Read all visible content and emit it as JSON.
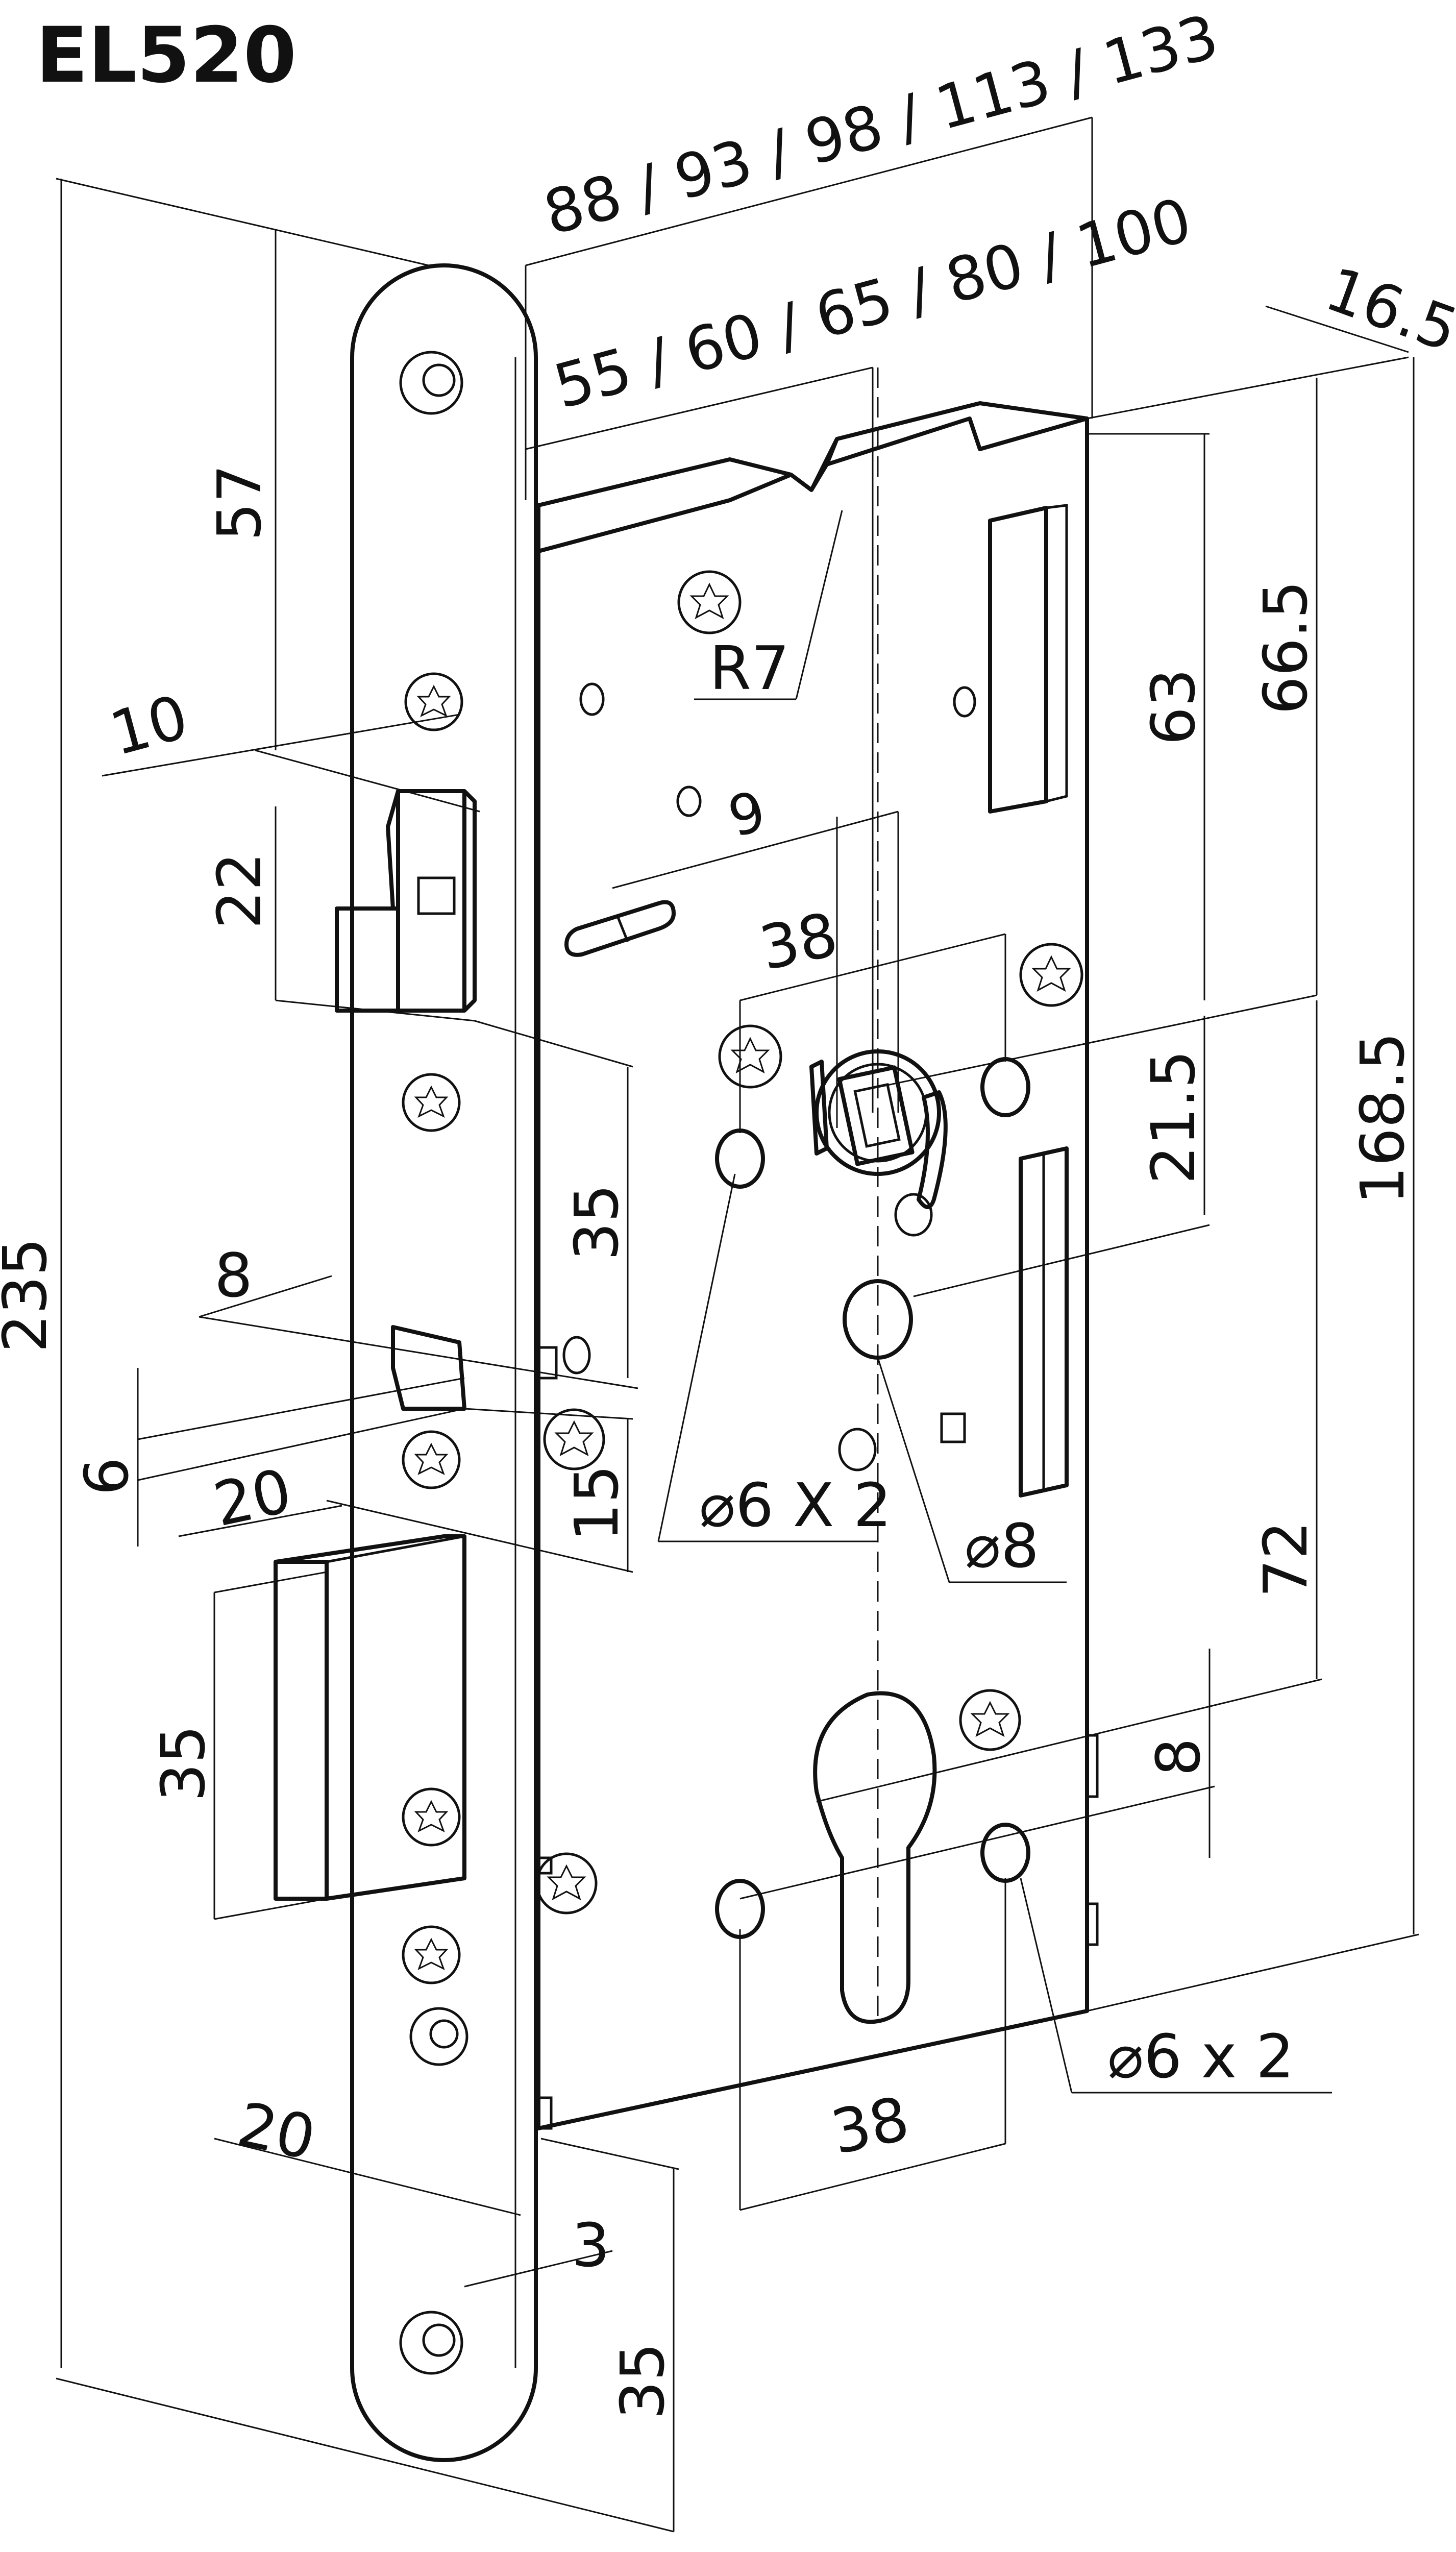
{
  "title": "EL520",
  "dimensions": {
    "backset_overall": "88 / 93 / 98 / 113 / 133",
    "backset": "55 / 60 / 65 / 80 / 100",
    "case_depth": "16.5",
    "total_height": "235",
    "latch_top": "57",
    "latch_projection": "10",
    "latch_height": "22",
    "latch_to_aux": "35",
    "aux_projection": "8",
    "aux_height": "6",
    "aux_to_deadbolt": "15",
    "deadbolt_projection": "20",
    "deadbolt_height": "35",
    "radius": "R7",
    "follower_square": "9",
    "follower_hole_spacing": "38",
    "follower_top": "63",
    "follower_offset": "21.5",
    "top_to_follower": "66.5",
    "case_height": "168.5",
    "follower_to_cylinder": "72",
    "cylinder_offset": "8",
    "cylinder_hole_spacing": "38",
    "hole_small_upper": "⌀6 X 2",
    "hole_medium": "⌀8",
    "hole_small_lower": "⌀6 x 2",
    "faceplate_width": "20",
    "faceplate_offset": "3",
    "faceplate_bottom": "35"
  }
}
